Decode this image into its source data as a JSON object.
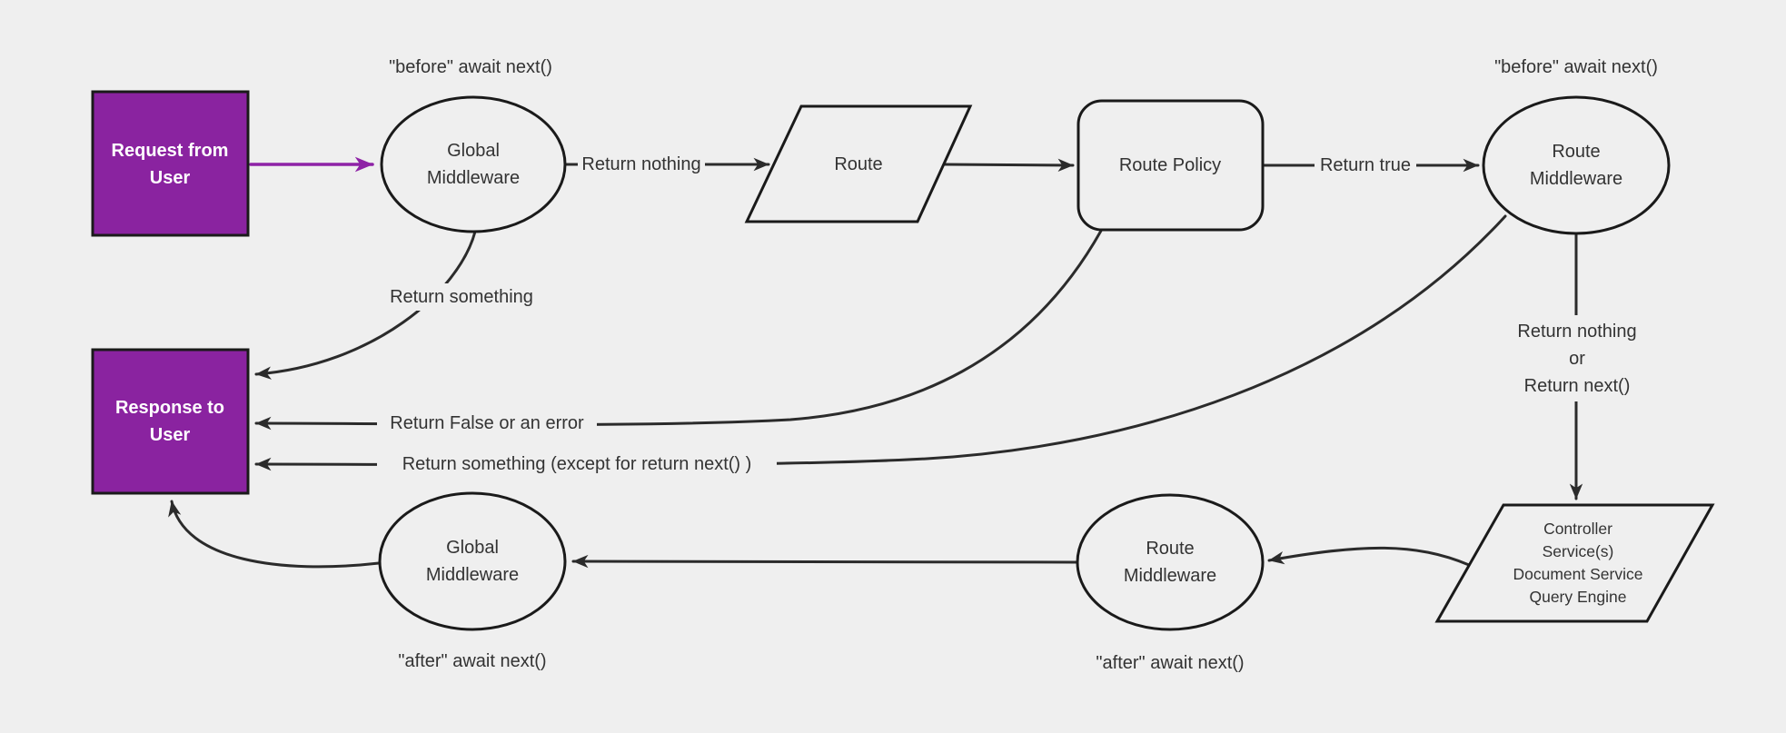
{
  "colors": {
    "background": "#efefef",
    "node_fill": "#efefef",
    "node_border": "#1a1a1a",
    "edge": "#2b2b2b",
    "purple_fill": "#8a23a0",
    "purple_arrow": "#8e22a6",
    "text": "#333333",
    "text_on_purple": "#ffffff"
  },
  "nodes": {
    "request_from_user": {
      "line1": "Request from",
      "line2": "User"
    },
    "global_middleware_top": {
      "line1": "Global",
      "line2": "Middleware"
    },
    "route": {
      "label": "Route"
    },
    "route_policy": {
      "label": "Route Policy"
    },
    "route_middleware_top": {
      "line1": "Route",
      "line2": "Middleware"
    },
    "response_to_user": {
      "line1": "Response to",
      "line2": "User"
    },
    "controller_stack": {
      "line1": "Controller",
      "line2": "Service(s)",
      "line3": "Document Service",
      "line4": "Query Engine"
    },
    "route_middleware_bottom": {
      "line1": "Route",
      "line2": "Middleware"
    },
    "global_middleware_bottom": {
      "line1": "Global",
      "line2": "Middleware"
    }
  },
  "labels": {
    "before_await_next_left": "\"before\" await next()",
    "before_await_next_right": "\"before\" await next()",
    "after_await_next_left": "\"after\" await next()",
    "after_await_next_right": "\"after\" await next()",
    "return_nothing": "Return nothing",
    "return_true": "Return true",
    "return_something": "Return something",
    "return_false_or_error": "Return False or an error",
    "return_something_except": "Return something (except for return next() )",
    "return_nothing_or": {
      "line1": "Return nothing",
      "line2": "or",
      "line3": "Return next()"
    }
  }
}
